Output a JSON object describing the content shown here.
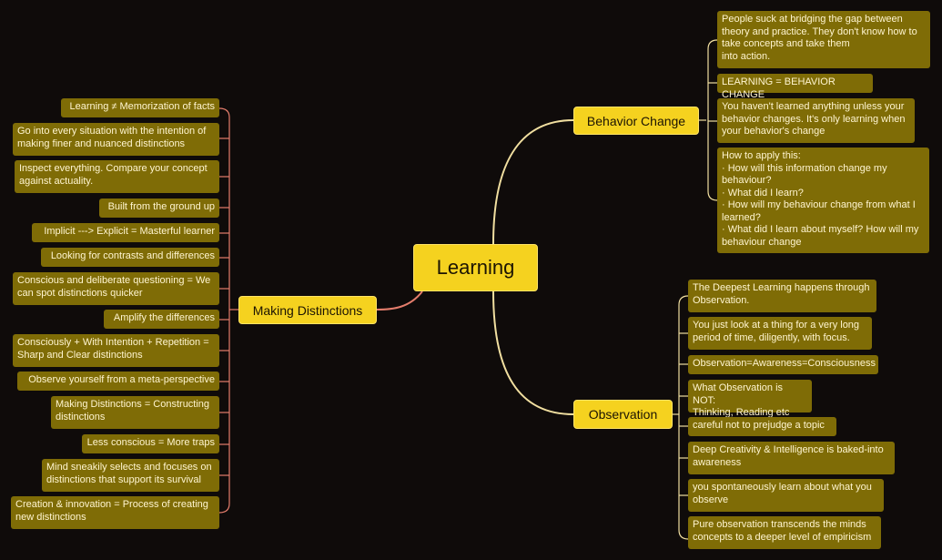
{
  "root": {
    "label": "Learning"
  },
  "branches": {
    "behavior": {
      "label": "Behavior Change",
      "items": [
        "People suck at bridging the gap between\ntheory and practice. They don't know how to\ntake concepts and take them\ninto action.",
        "LEARNING = BEHAVIOR CHANGE",
        "You haven't learned anything unless your\nbehavior changes. It's only learning when\nyour behavior's change",
        "How to apply this:\n· How will this information change my\nbehaviour?\n· What did I learn?\n· How will my behaviour change from what I\nlearned?\n· What did I learn about myself? How will my\nbehaviour change"
      ]
    },
    "observation": {
      "label": "Observation",
      "items": [
        "The Deepest Learning happens through\nObservation.",
        "You just look at a thing for a very long\nperiod of time, diligently, with focus.",
        "Observation=Awareness=Consciousness",
        "What Observation is NOT:\nThinking, Reading etc",
        " careful not to prejudge a topic",
        "Deep Creativity & Intelligence is baked-into\nawareness",
        "you spontaneously learn about what you\nobserve",
        "Pure observation transcends the minds\nconcepts to a deeper level of empiricism"
      ]
    },
    "distinctions": {
      "label": "Making Distinctions",
      "items": [
        "Learning ≠ Memorization of facts",
        "Go into every situation with the intention of\nmaking finer and nuanced distinctions",
        "Inspect everything. Compare your concept\nagainst actuality.",
        "Built from the ground up",
        "Implicit ---> Explicit = Masterful learner",
        "Looking for contrasts and differences",
        "Conscious and deliberate questioning = We\ncan spot distinctions quicker",
        "Amplify the differences",
        "Consciously + With Intention + Repetition =\nSharp and Clear distinctions",
        "Observe yourself from a meta-perspective",
        "Making Distinctions = Constructing\ndistinctions",
        "Less conscious = More traps",
        "Mind sneakily selects and focuses on\ndistinctions that support its survival",
        "Creation & innovation = Process of creating\nnew distinctions"
      ]
    }
  },
  "colors": {
    "background": "#0f0b0a",
    "node_yellow": "#f5d21f",
    "leaf_olive": "#7f6c06",
    "leaf_text": "#fff5d0",
    "link_right": "#f1dfa0",
    "link_left": "#e47d6c"
  }
}
